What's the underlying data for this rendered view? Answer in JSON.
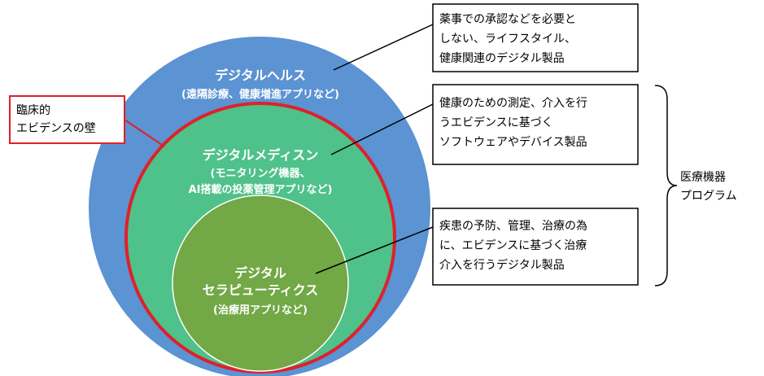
{
  "colors": {
    "outer_circle": "#5b93d3",
    "middle_circle": "#4fc18a",
    "inner_circle": "#72a845",
    "red_boundary": "#e0202a",
    "text_on_circle": "#ffffff",
    "box_border": "#000000",
    "text": "#000000"
  },
  "outer": {
    "title": "デジタルヘルス",
    "subtitle": "(遠隔診療、健康増進アプリなど)"
  },
  "middle": {
    "title": "デジタルメディスン",
    "subtitle_1": "(モニタリング機器、",
    "subtitle_2": "AI搭載の投薬管理アプリなど)"
  },
  "inner": {
    "title_1": "デジタル",
    "title_2": "セラピューティクス",
    "subtitle": "(治療用アプリなど)"
  },
  "clinical_box": {
    "line1": "臨床的",
    "line2": "エビデンスの壁"
  },
  "desc_boxes": [
    {
      "line1": "薬事での承認などを必要と",
      "line2": "しない、ライフスタイル、",
      "line3": "健康関連のデジタル製品"
    },
    {
      "line1": "健康のための測定、介入を行",
      "line2": "うエビデンスに基づく",
      "line3": "ソフトウェアやデバイス製品"
    },
    {
      "line1": "疾患の予防、管理、治療の為",
      "line2": "に、エビデンスに基づく治療",
      "line3": "介入を行うデジタル製品"
    }
  ],
  "bracket_label": {
    "line1": "医療機器",
    "line2": "プログラム"
  }
}
